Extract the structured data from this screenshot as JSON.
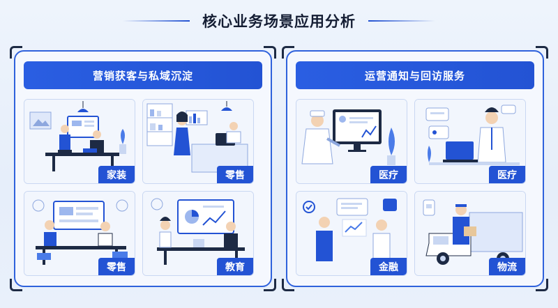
{
  "page_title": "核心业务场景应用分析",
  "colors": {
    "accent": "#2353d4",
    "light_blue": "#c9d7f2",
    "skin": "#f3d2b3",
    "dark": "#1d2a44"
  },
  "panels": [
    {
      "title": "营销获客与私域沉淀",
      "cards": [
        {
          "label": "家装",
          "icon": "home-office-meeting-illustration"
        },
        {
          "label": "零售",
          "icon": "retail-store-illustration"
        },
        {
          "label": "零售",
          "icon": "retail-meeting-illustration"
        },
        {
          "label": "教育",
          "icon": "education-meeting-illustration"
        }
      ]
    },
    {
      "title": "运营通知与回访服务",
      "cards": [
        {
          "label": "医疗",
          "icon": "doctor-at-monitor-illustration"
        },
        {
          "label": "医疗",
          "icon": "doctor-with-laptop-illustration"
        },
        {
          "label": "金融",
          "icon": "finance-advisors-illustration"
        },
        {
          "label": "物流",
          "icon": "logistics-courier-illustration"
        }
      ]
    }
  ]
}
